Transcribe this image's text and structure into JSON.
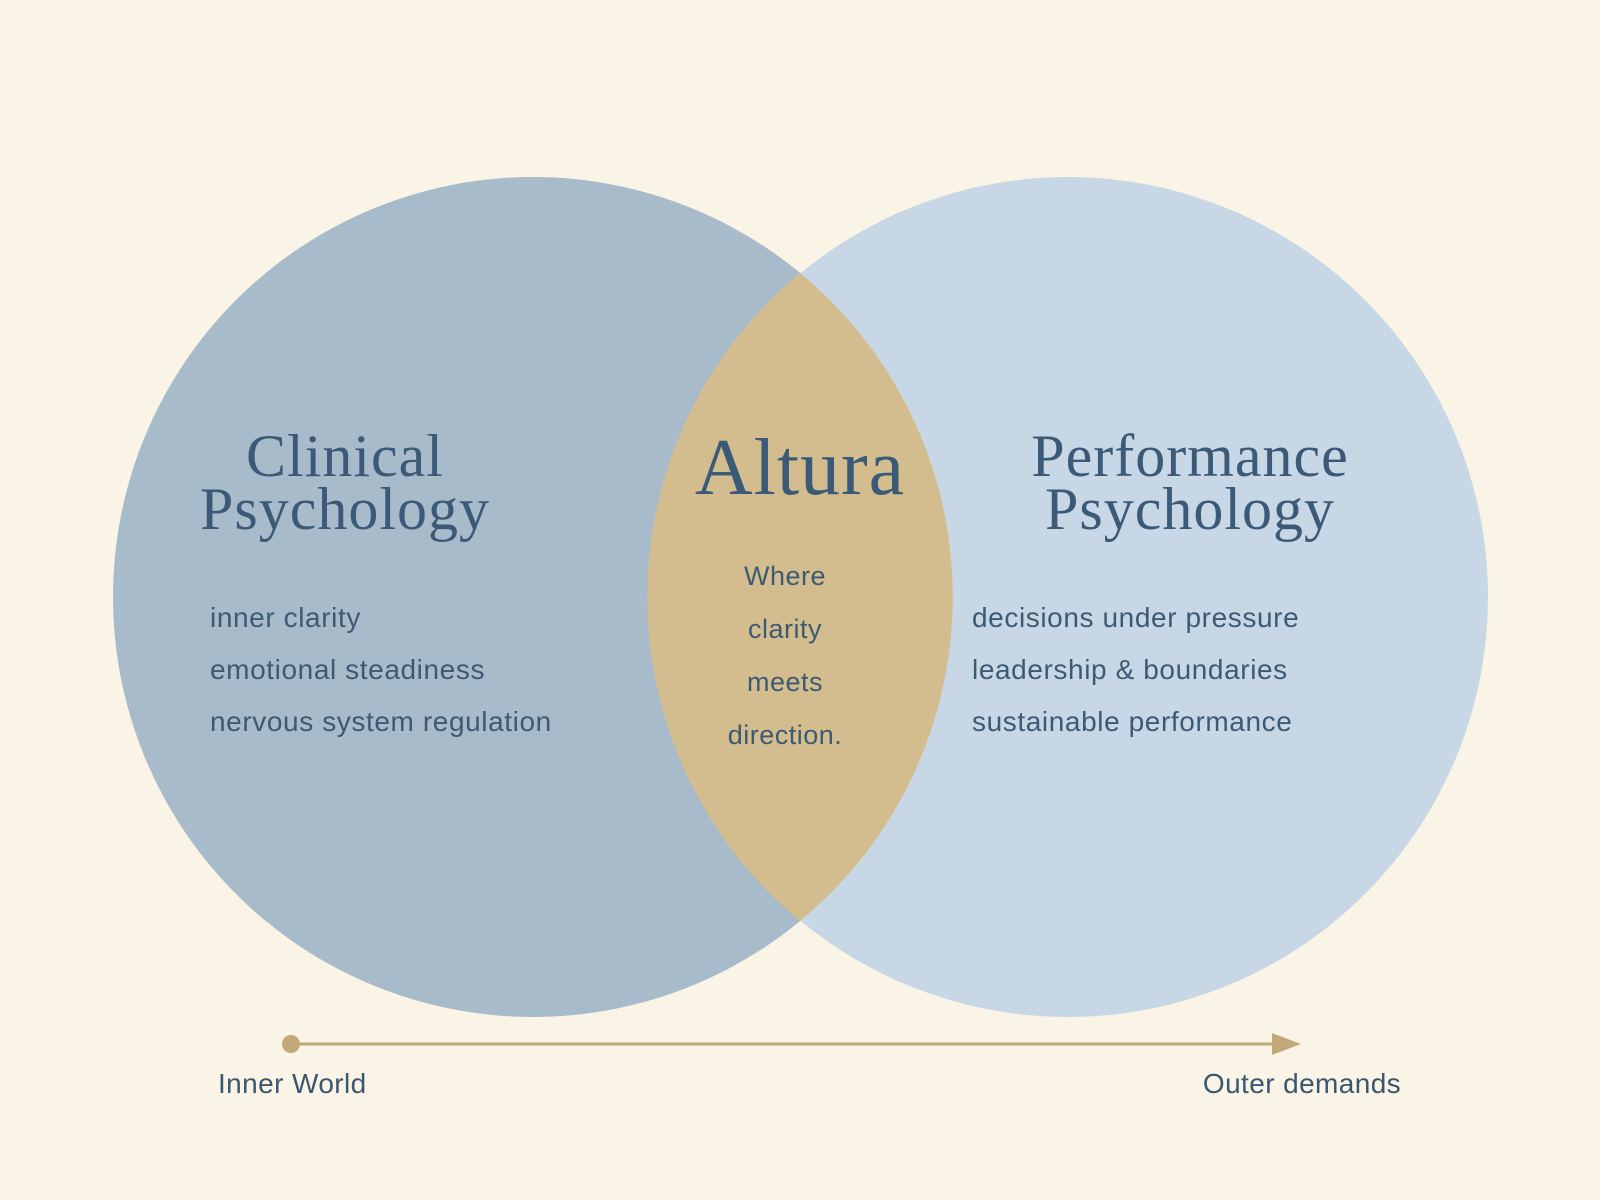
{
  "page": {
    "background_color": "#faf4e7"
  },
  "venn": {
    "left": {
      "title_line1": "Clinical",
      "title_line2": "Psychology",
      "items": [
        "inner clarity",
        "emotional steadiness",
        "nervous system regulation"
      ],
      "color": "#a8bbca"
    },
    "right": {
      "title_line1": "Performance",
      "title_line2": "Psychology",
      "items": [
        "decisions under pressure",
        "leadership & boundaries",
        "sustainable performance"
      ],
      "color": "#c8d7e6"
    },
    "overlap": {
      "brand": "Altura",
      "tagline_line1": "Where",
      "tagline_line2": "clarity",
      "tagline_line3": "meets",
      "tagline_line4": "direction.",
      "color": "#d3bd8e"
    }
  },
  "axis": {
    "left_label": "Inner World",
    "right_label": "Outer demands",
    "color": "#c2a878"
  },
  "text_colors": {
    "serif_title": "#3b5a78",
    "sans_body": "#3e5a73"
  }
}
